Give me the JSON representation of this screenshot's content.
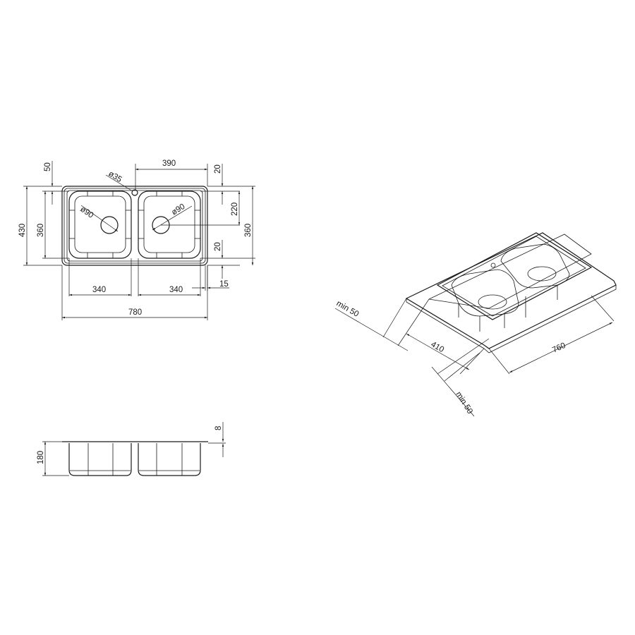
{
  "drawing": {
    "top_view": {
      "labels": {
        "overall_width": "780",
        "overall_depth": "430",
        "bowl_depth_left": "360",
        "bowl_depth_right": "360",
        "bowl_width_left": "340",
        "bowl_width_right": "340",
        "drain_spacing": "390",
        "tap_hole": "ø35",
        "drain_left": "ø90",
        "drain_right": "ø90",
        "top_margin_left": "50",
        "top_margin_right": "20",
        "drain_offset": "220",
        "bottom_margin": "20",
        "rim_edge": "15"
      }
    },
    "side_view": {
      "labels": {
        "bowl_height": "180",
        "rim_thickness": "8"
      }
    },
    "iso_view": {
      "labels": {
        "cutout_length": "760",
        "cutout_width": "410",
        "min_clearance_back": "min 50",
        "min_clearance_side": "min 50"
      }
    }
  }
}
